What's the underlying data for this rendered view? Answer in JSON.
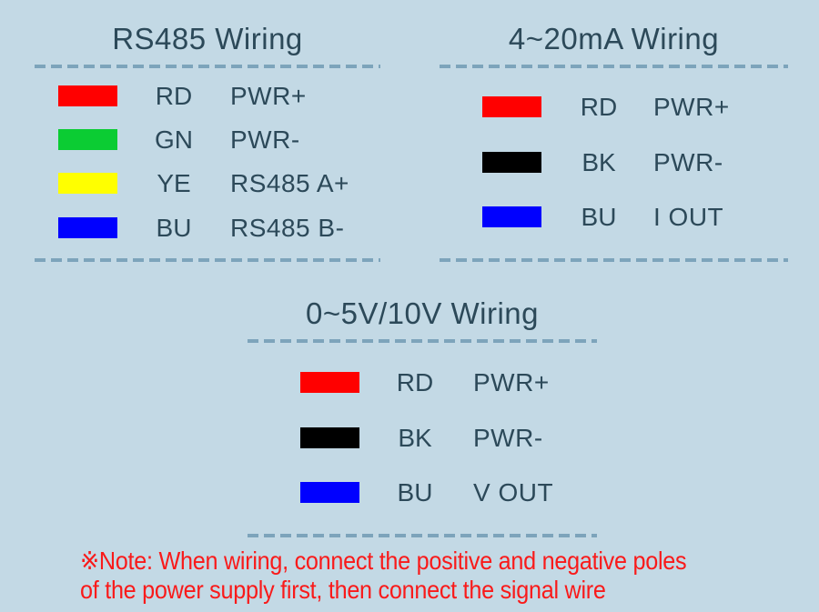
{
  "colors": {
    "background": "#c3d9e5",
    "dash_line": "#7da4bb",
    "label_text": "#2c4959",
    "note_text": "#f91a1a"
  },
  "sections": [
    {
      "id": "rs485",
      "title": "RS485 Wiring",
      "rows": [
        {
          "color_name": "red",
          "color": "#ff0000",
          "code": "RD",
          "signal": "PWR+"
        },
        {
          "color_name": "green",
          "color": "#0bcc33",
          "code": "GN",
          "signal": "PWR-"
        },
        {
          "color_name": "yellow",
          "color": "#ffff00",
          "code": "YE",
          "signal": "RS485 A+"
        },
        {
          "color_name": "blue",
          "color": "#0000ff",
          "code": "BU",
          "signal": "RS485 B-"
        }
      ]
    },
    {
      "id": "4-20ma",
      "title": "4~20mA Wiring",
      "rows": [
        {
          "color_name": "red",
          "color": "#ff0000",
          "code": "RD",
          "signal": "PWR+"
        },
        {
          "color_name": "black",
          "color": "#000000",
          "code": "BK",
          "signal": "PWR-"
        },
        {
          "color_name": "blue",
          "color": "#0000ff",
          "code": "BU",
          "signal": "I OUT"
        }
      ]
    },
    {
      "id": "0-5v-10v",
      "title": "0~5V/10V Wiring",
      "rows": [
        {
          "color_name": "red",
          "color": "#ff0000",
          "code": "RD",
          "signal": "PWR+"
        },
        {
          "color_name": "black",
          "color": "#000000",
          "code": "BK",
          "signal": "PWR-"
        },
        {
          "color_name": "blue",
          "color": "#0000ff",
          "code": "BU",
          "signal": "V OUT"
        }
      ]
    }
  ],
  "note": {
    "line1": "※Note: When wiring, connect the positive and negative poles",
    "line2": "of the power supply first, then connect the signal wire"
  }
}
